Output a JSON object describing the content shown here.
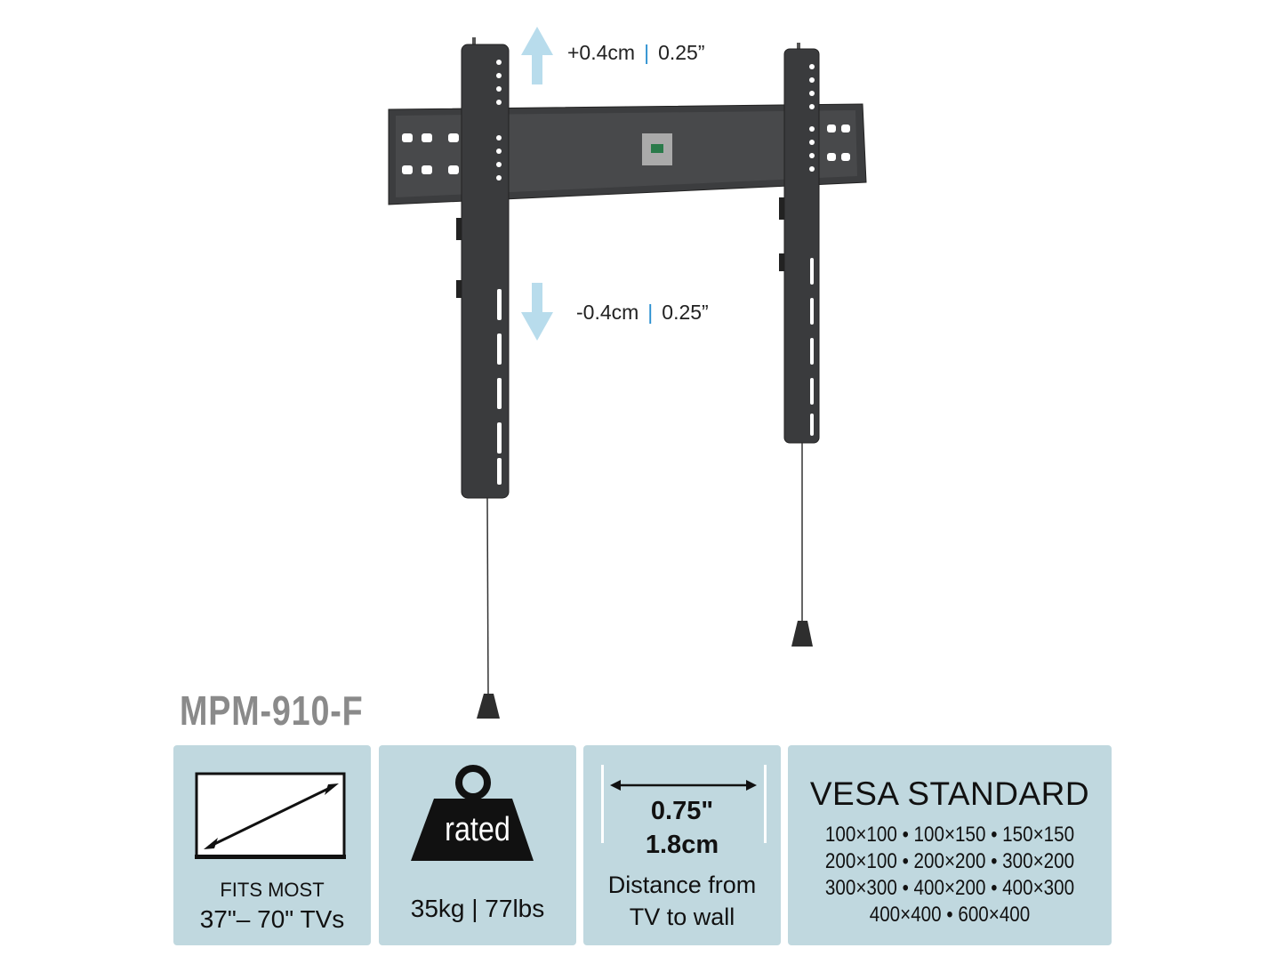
{
  "adjust_up": {
    "metric": "+0.4cm",
    "imperial": "0.25”"
  },
  "adjust_down": {
    "metric": "-0.4cm",
    "imperial": "0.25”"
  },
  "model": "MPM-910-F",
  "panels": {
    "tv_size": {
      "line1": "FITS MOST",
      "line2": "37\"– 70\"  TVs"
    },
    "weight": {
      "badge": "rated",
      "value": "35kg | 77lbs"
    },
    "distance": {
      "inches": "0.75\"",
      "cm": "1.8cm",
      "line1": "Distance from",
      "line2": "TV to wall"
    },
    "vesa": {
      "title": "VESA STANDARD",
      "lines": [
        "100×100 • 100×150 • 150×150",
        "200×100 • 200×200 • 300×200",
        "300×300 • 400×200 • 400×300",
        "400×400 • 600×400"
      ]
    }
  },
  "colors": {
    "panel": "#c0d8df",
    "arrow": "#b8dcec",
    "separator": "#2a8fd0",
    "model": "#8a8a8a"
  }
}
